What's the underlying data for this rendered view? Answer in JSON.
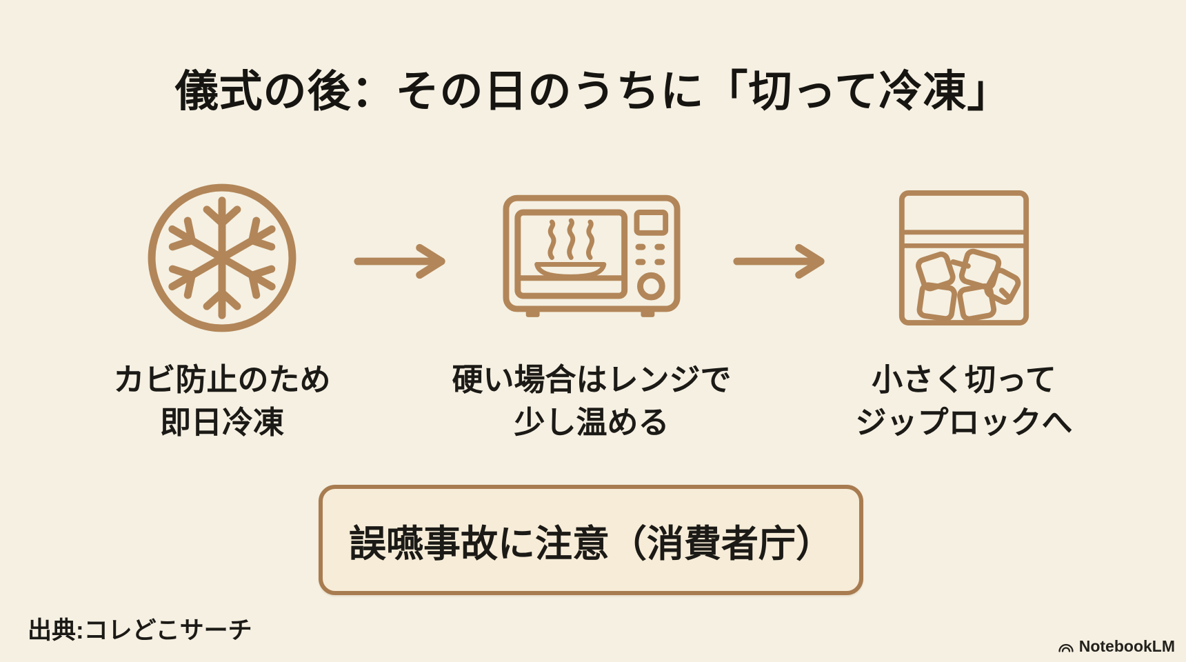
{
  "page": {
    "title": "儀式の後：その日のうちに「切って冷凍」",
    "colors": {
      "background": "#f5f0e2",
      "accent_brown": "#b28659",
      "warning_border": "#a87c50",
      "warning_fill": "#f6ecd8",
      "text": "#1c1a16"
    }
  },
  "steps": [
    {
      "icon": "snowflake-circle-icon",
      "caption_line1": "カビ防止のため",
      "caption_line2": "即日冷凍"
    },
    {
      "icon": "microwave-icon",
      "caption_line1": "硬い場合はレンジで",
      "caption_line2": "少し温める"
    },
    {
      "icon": "ziplock-bag-icon",
      "caption_line1": "小さく切って",
      "caption_line2": "ジップロックへ"
    }
  ],
  "warning": {
    "text": "誤嚥事故に注意（消費者庁）"
  },
  "footer": {
    "source": "出典:コレどこサーチ",
    "watermark": "NotebookLM"
  }
}
